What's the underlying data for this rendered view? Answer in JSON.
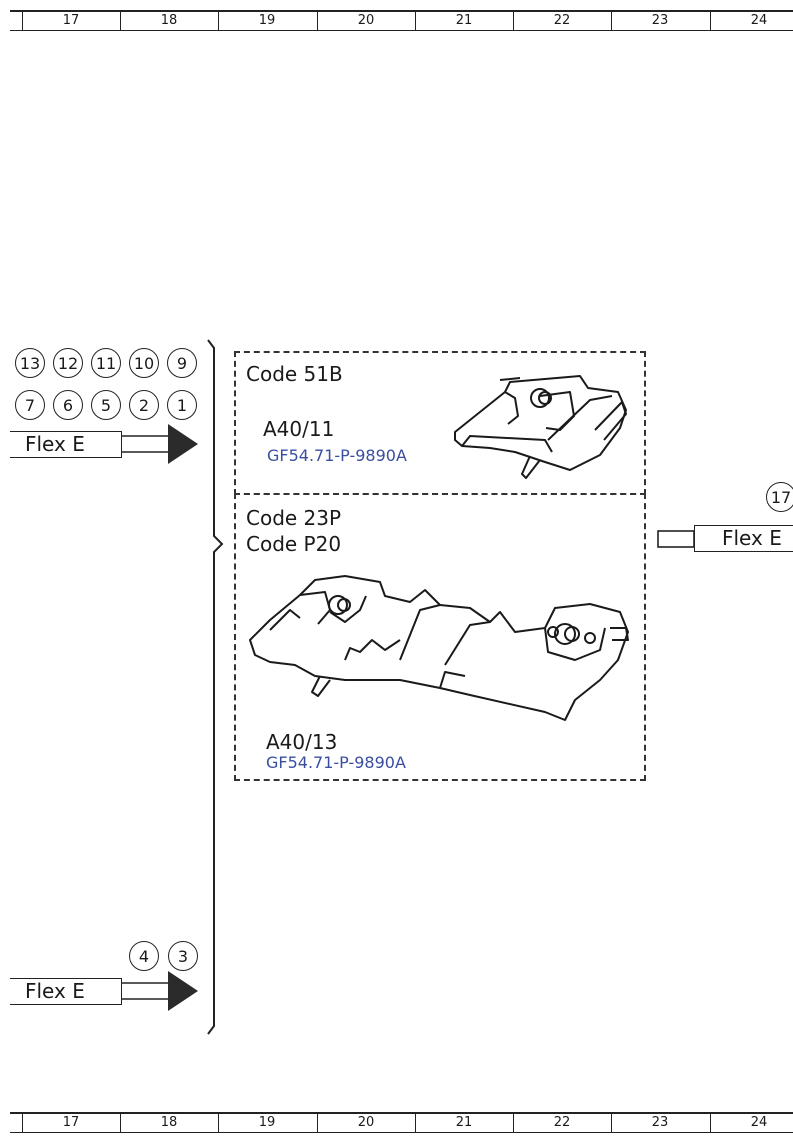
{
  "ruler": {
    "columns": [
      "17",
      "18",
      "19",
      "20",
      "21",
      "22",
      "23",
      "24"
    ]
  },
  "left_group_top": {
    "bubbles_row1": [
      "13",
      "12",
      "11",
      "10",
      "9"
    ],
    "bubbles_row2": [
      "7",
      "6",
      "5",
      "2",
      "1"
    ],
    "connector": "Flex E"
  },
  "left_group_bottom": {
    "bubbles": [
      "4",
      "3"
    ],
    "connector": "Flex E"
  },
  "component_upper": {
    "title": "Code 51B",
    "reference": "A40/11",
    "part_number": "GF54.71-P-9890A"
  },
  "component_lower": {
    "title_line1": "Code 23P",
    "title_line2": "Code P20",
    "reference": "A40/13",
    "part_number": "GF54.71-P-9890A"
  },
  "right_connector": {
    "bubble_partial": "17",
    "label_partial": "Flex E"
  },
  "colors": {
    "part_number": "#3a4ea0",
    "line": "#222222"
  }
}
